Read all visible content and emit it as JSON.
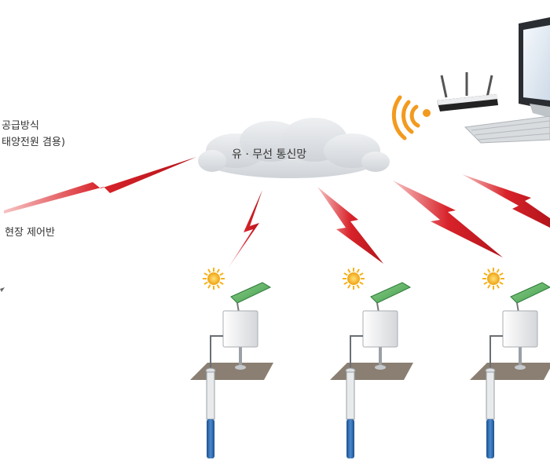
{
  "labels": {
    "supply_line1": "공급방식",
    "supply_line2": "태양전원 겸용)",
    "field_control": "현장 제어반",
    "network": "유 · 무선 통신망"
  },
  "colors": {
    "bolt": "#d8232a",
    "cloud": "#dcdfe3",
    "wifi": "#f39a1e",
    "pipe_blue": "#2f6fb3",
    "ground": "#8a7f72",
    "panel": "#4fae5a",
    "sun": "#f6b21b"
  },
  "icons": [
    "wifi-icon",
    "router-icon",
    "monitor-icon",
    "keyboard-icon",
    "cloud-icon",
    "sun-icon",
    "solar-panel-icon",
    "sensor-box-icon",
    "well-pipe-icon",
    "lightning-bolt-icon"
  ],
  "stations": [
    {
      "id": "station-1"
    },
    {
      "id": "station-2"
    },
    {
      "id": "station-3"
    },
    {
      "id": "station-4"
    }
  ]
}
